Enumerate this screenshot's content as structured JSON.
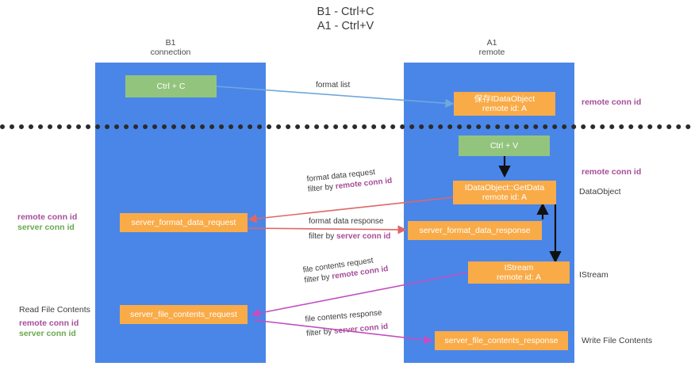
{
  "title": {
    "line1": "B1 - Ctrl+C",
    "line2": "A1 - Ctrl+V"
  },
  "columns": [
    {
      "name": "B1",
      "role": "connection"
    },
    {
      "name": "A1",
      "role": "remote"
    }
  ],
  "colors": {
    "lane": "#4a86e8",
    "node_green": "#93c47d",
    "node_orange": "#f9ab48",
    "remote_conn_id": "#a64d9a",
    "server_conn_id": "#6aa84f",
    "arrow_format_list": "#6fa8dc",
    "arrow_format_data": "#e06666",
    "arrow_file_contents": "#c24ec2",
    "arrow_black": "#000000",
    "divider": "#2b2b2b"
  },
  "nodes": {
    "ctrl_c": {
      "label": "Ctrl + C"
    },
    "save_idataobject": {
      "line1": "保存IDataObject",
      "line2": "remote id: A"
    },
    "ctrl_v": {
      "label": "Ctrl + V"
    },
    "getdata": {
      "line1": "IDataObject::GetData",
      "line2": "remote id: A"
    },
    "server_format_data_request": {
      "label": "server_format_data_request"
    },
    "server_format_data_response": {
      "label": "server_format_data_response"
    },
    "istream": {
      "line1": "IStream",
      "line2": "remote id: A"
    },
    "server_file_contents_request": {
      "label": "server_file_contents_request"
    },
    "server_file_contents_response": {
      "label": "server_file_contents_response"
    }
  },
  "edges": {
    "format_list": {
      "label": "format list"
    },
    "format_data_request": {
      "line1": "format data request",
      "filter_prefix": "filter by ",
      "filter_key": "remote conn id"
    },
    "format_data_response": {
      "line1": "format data response",
      "filter_prefix": "filter by ",
      "filter_key": "server conn id"
    },
    "file_contents_request": {
      "line1": "file contents request",
      "filter_prefix": "filter by ",
      "filter_key": "remote conn id"
    },
    "file_contents_response": {
      "line1": "file contents response",
      "filter_prefix": "filter by ",
      "filter_key": "server conn id"
    }
  },
  "annotations": {
    "right_top_remote_conn_id": "remote conn id",
    "right_mid_remote_conn_id": "remote conn id",
    "right_dataobject": "DataObject",
    "right_istream": "IStream",
    "right_write_file_contents": "Write File Contents",
    "left_mid_remote_conn_id": "remote conn id",
    "left_mid_server_conn_id": "server conn id",
    "left_read_file_contents": "Read File Contents",
    "left_bot_remote_conn_id": "remote conn id",
    "left_bot_server_conn_id": "server conn id"
  }
}
